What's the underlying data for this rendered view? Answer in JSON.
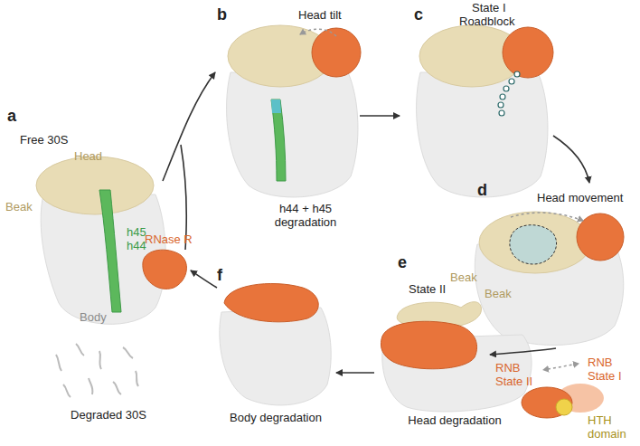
{
  "diagram": {
    "labels": [
      "a",
      "Free 30S",
      "Head",
      "Beak",
      "h45",
      "h44",
      "Body",
      "RNase R",
      "Degraded 30S",
      "b",
      "Head tilt",
      "h44 + h45 degradation",
      "c",
      "State I",
      "Roadblock",
      "d",
      "Head movement",
      "Beak",
      "e",
      "State II",
      "Beak",
      "RNB State I",
      "RNB State II",
      "HTH domain",
      "f",
      "Body degradation",
      "Head degradation"
    ]
  }
}
